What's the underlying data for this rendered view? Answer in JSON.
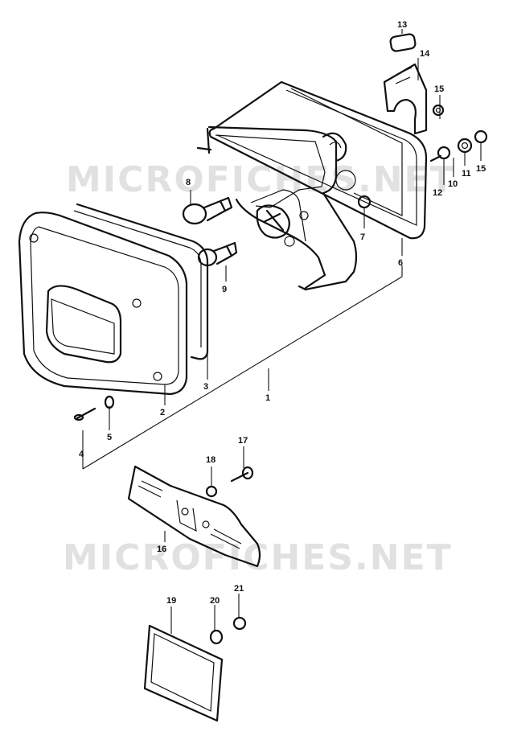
{
  "watermark": {
    "top_text": "MICROFICHES.NET",
    "bottom_text": "MICROFICHES.NET"
  },
  "callouts": [
    "1",
    "2",
    "3",
    "4",
    "5",
    "6",
    "7",
    "8",
    "9",
    "10",
    "11",
    "12",
    "13",
    "14",
    "15",
    "15",
    "16",
    "17",
    "18",
    "19",
    "20",
    "21"
  ]
}
